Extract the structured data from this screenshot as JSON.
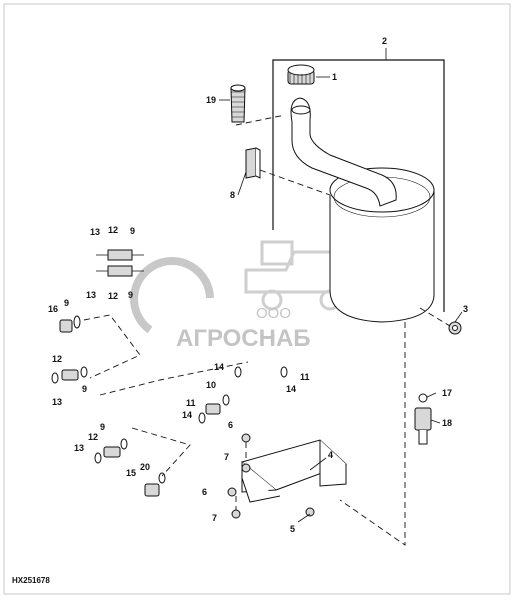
{
  "figure_ref": "HX251678",
  "watermark": {
    "line1": "ООО",
    "line2": "АГРОСНАБ"
  },
  "callouts": [
    {
      "id": "c1",
      "label": "1"
    },
    {
      "id": "c2",
      "label": "2"
    },
    {
      "id": "c3",
      "label": "3"
    },
    {
      "id": "c4",
      "label": "4"
    },
    {
      "id": "c5",
      "label": "5"
    },
    {
      "id": "c6a",
      "label": "6"
    },
    {
      "id": "c6b",
      "label": "6"
    },
    {
      "id": "c7a",
      "label": "7"
    },
    {
      "id": "c7b",
      "label": "7"
    },
    {
      "id": "c8",
      "label": "8"
    },
    {
      "id": "c9a",
      "label": "9"
    },
    {
      "id": "c9b",
      "label": "9"
    },
    {
      "id": "c9c",
      "label": "9"
    },
    {
      "id": "c9d",
      "label": "9"
    },
    {
      "id": "c9e",
      "label": "9"
    },
    {
      "id": "c10",
      "label": "10"
    },
    {
      "id": "c11a",
      "label": "11"
    },
    {
      "id": "c11b",
      "label": "11"
    },
    {
      "id": "c12a",
      "label": "12"
    },
    {
      "id": "c12b",
      "label": "12"
    },
    {
      "id": "c12c",
      "label": "12"
    },
    {
      "id": "c12d",
      "label": "12"
    },
    {
      "id": "c13a",
      "label": "13"
    },
    {
      "id": "c13b",
      "label": "13"
    },
    {
      "id": "c13c",
      "label": "13"
    },
    {
      "id": "c13d",
      "label": "13"
    },
    {
      "id": "c14a",
      "label": "14"
    },
    {
      "id": "c14b",
      "label": "14"
    },
    {
      "id": "c14c",
      "label": "14"
    },
    {
      "id": "c15",
      "label": "15"
    },
    {
      "id": "c16",
      "label": "16"
    },
    {
      "id": "c17",
      "label": "17"
    },
    {
      "id": "c18",
      "label": "18"
    },
    {
      "id": "c19",
      "label": "19"
    },
    {
      "id": "c20",
      "label": "20"
    }
  ]
}
